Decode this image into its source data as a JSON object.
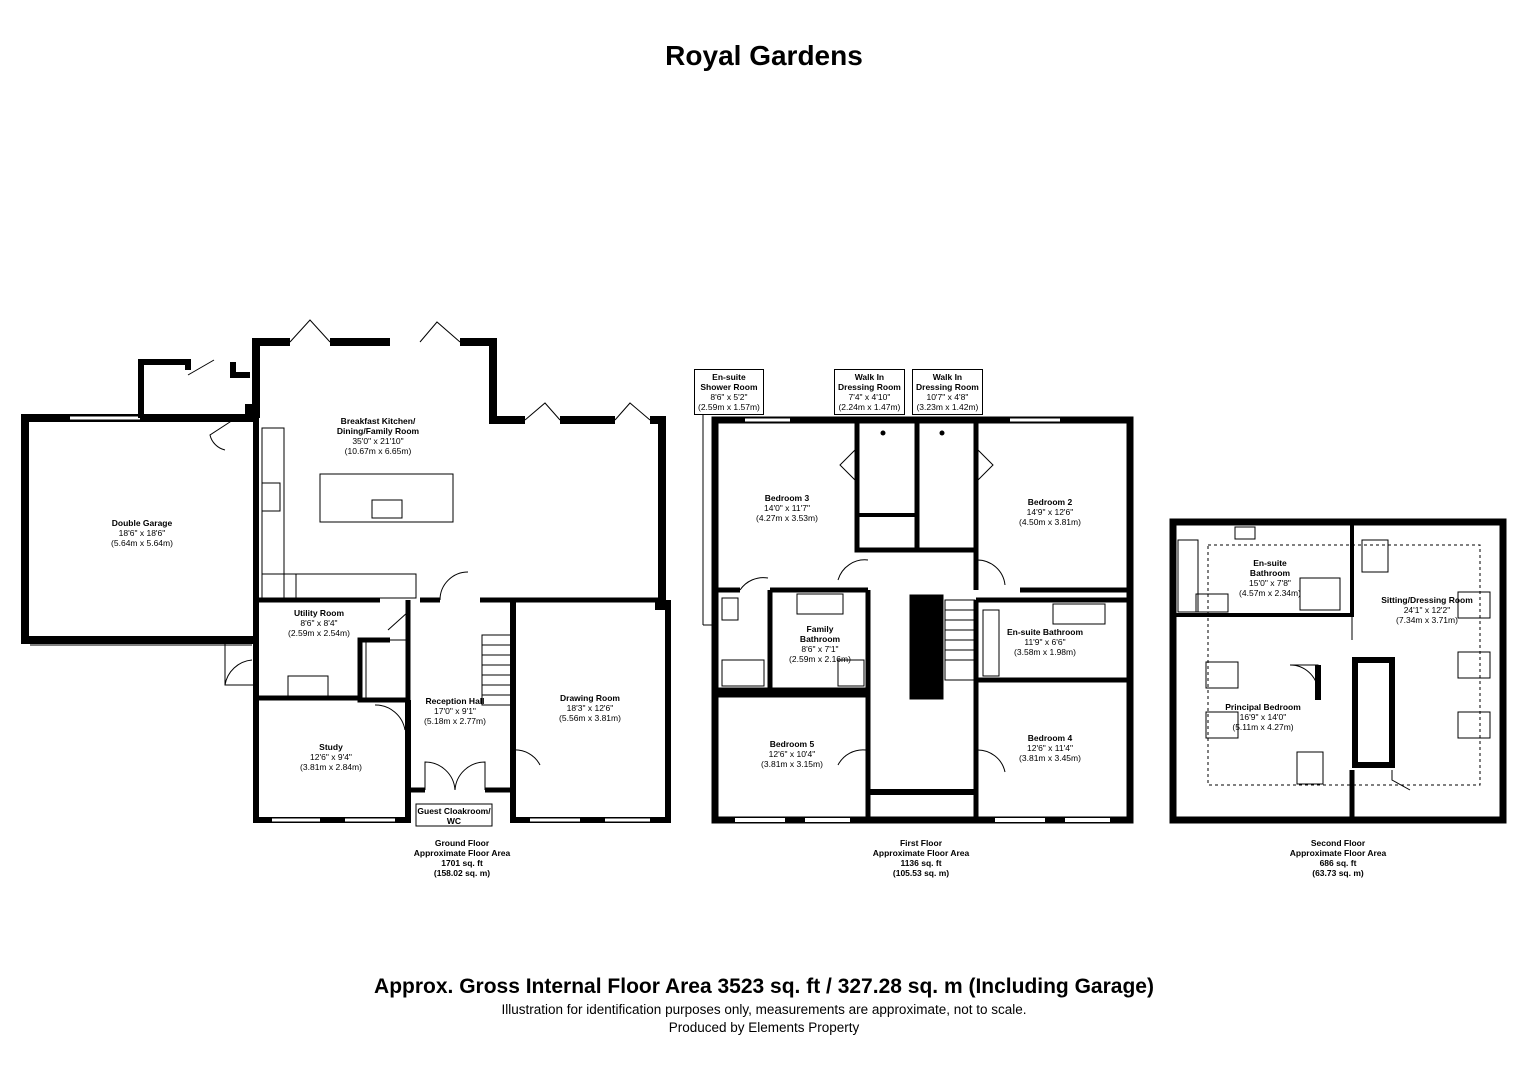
{
  "title": "Royal Gardens",
  "floors": {
    "ground": {
      "caption": [
        "Ground Floor",
        "Approximate Floor Area",
        "1701 sq. ft",
        "(158.02 sq. m)"
      ],
      "rooms": {
        "kitchen": {
          "name": [
            "Breakfast Kitchen/",
            "Dining/Family Room"
          ],
          "imperial": "35'0\" x 21'10\"",
          "metric": "(10.67m x 6.65m)"
        },
        "garage": {
          "name": [
            "Double Garage"
          ],
          "imperial": "18'6\" x 18'6\"",
          "metric": "(5.64m x 5.64m)"
        },
        "utility": {
          "name": [
            "Utility Room"
          ],
          "imperial": "8'6\" x 8'4\"",
          "metric": "(2.59m x 2.54m)"
        },
        "study": {
          "name": [
            "Study"
          ],
          "imperial": "12'6\" x 9'4\"",
          "metric": "(3.81m x 2.84m)"
        },
        "hall": {
          "name": [
            "Reception Hall"
          ],
          "imperial": "17'0\" x 9'1\"",
          "metric": "(5.18m x 2.77m)"
        },
        "drawing": {
          "name": [
            "Drawing Room"
          ],
          "imperial": "18'3\" x 12'6\"",
          "metric": "(5.56m x 3.81m)"
        },
        "cloak": {
          "name": [
            "Guest Cloakroom/",
            "WC"
          ]
        }
      }
    },
    "first": {
      "caption": [
        "First Floor",
        "Approximate Floor Area",
        "1136 sq. ft",
        "(105.53 sq. m)"
      ],
      "rooms": {
        "bed3": {
          "name": [
            "Bedroom 3"
          ],
          "imperial": "14'0\" x 11'7\"",
          "metric": "(4.27m x 3.53m)"
        },
        "bed2": {
          "name": [
            "Bedroom 2"
          ],
          "imperial": "14'9\" x 12'6\"",
          "metric": "(4.50m x 3.81m)"
        },
        "family_bath": {
          "name": [
            "Family",
            "Bathroom"
          ],
          "imperial": "8'6\" x 7'1\"",
          "metric": "(2.59m x 2.16m)"
        },
        "ensuite_bath": {
          "name": [
            "En-suite Bathroom"
          ],
          "imperial": "11'9\" x 6'6\"",
          "metric": "(3.58m x 1.98m)"
        },
        "bed5": {
          "name": [
            "Bedroom 5"
          ],
          "imperial": "12'6\" x 10'4\"",
          "metric": "(3.81m x 3.15m)"
        },
        "bed4": {
          "name": [
            "Bedroom 4"
          ],
          "imperial": "12'6\" x 11'4\"",
          "metric": "(3.81m x 3.45m)"
        }
      },
      "callouts": {
        "shower": {
          "name": [
            "En-suite",
            "Shower Room"
          ],
          "imperial": "8'6\" x 5'2\"",
          "metric": "(2.59m x 1.57m)"
        },
        "wid1": {
          "name": [
            "Walk In",
            "Dressing Room"
          ],
          "imperial": "7'4\" x 4'10\"",
          "metric": "(2.24m x 1.47m)"
        },
        "wid2": {
          "name": [
            "Walk In",
            "Dressing Room"
          ],
          "imperial": "10'7\" x 4'8\"",
          "metric": "(3.23m x 1.42m)"
        }
      }
    },
    "second": {
      "caption": [
        "Second Floor",
        "Approximate Floor Area",
        "686 sq. ft",
        "(63.73 sq. m)"
      ],
      "rooms": {
        "ensuite": {
          "name": [
            "En-suite",
            "Bathroom"
          ],
          "imperial": "15'0\" x 7'8\"",
          "metric": "(4.57m x 2.34m)"
        },
        "sitting": {
          "name": [
            "Sitting/Dressing Room"
          ],
          "imperial": "24'1\" x 12'2\"",
          "metric": "(7.34m x 3.71m)"
        },
        "principal": {
          "name": [
            "Principal Bedroom"
          ],
          "imperial": "16'9\" x 14'0\"",
          "metric": "(5.11m x 4.27m)"
        }
      }
    }
  },
  "footer": {
    "area": "Approx. Gross Internal Floor Area 3523 sq. ft / 327.28 sq. m (Including Garage)",
    "disclaimer": "Illustration for identification purposes only, measurements are approximate, not to scale.",
    "producer": "Produced by Elements Property"
  }
}
